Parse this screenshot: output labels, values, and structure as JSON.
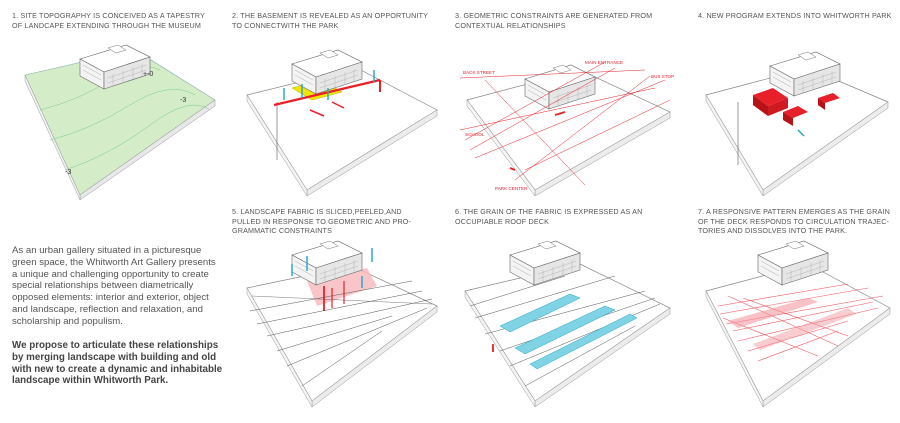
{
  "captions": {
    "c1": [
      "1. SITE TOPOGRAPHY  IS CONCEIVED AS A TAPESTRY",
      "OF LANDCAPE EXTENDING THROUGH  THE MUSEUM"
    ],
    "c2": [
      "2.  THE BASEMENT IS REVEALED AS AN OPPORTUNITY",
      "TO CONNECTWITH  THE PARK"
    ],
    "c3": [
      "3. GEOMETRIC CONSTRAINTS ARE GENERATED FROM",
      "CONTEXTUAL RELATIONSHIPS"
    ],
    "c4": [
      "4. NEW PROGRAM EXTENDS INTO WHITWORTH  PARK"
    ],
    "c5": [
      "5.  LANDSCAPE FABRIC IS SLICED,PEELED,AND",
      "PULLED IN RESPONSE TO GEOMETRIC AND PRO-",
      "GRAMMATIC CONSTRAINTS"
    ],
    "c6": [
      "6. THE GRAIN OF THE FABRIC IS EXPRESSED AS AN",
      "OCCUPIABLE ROOF DECK"
    ],
    "c7": [
      "7. A RESPONSIVE PATTERN EMERGES AS THE GRAIN",
      "OF THE DECK RESPONDS TO CIRCULATION TRAJEC-",
      "TORIES AND DISSOLVES INTO THE PARK."
    ]
  },
  "contours": {
    "c0": "+-0",
    "c1": "-3",
    "c2": "-3"
  },
  "labels3": {
    "back_street": "BACK STREET",
    "main_entrance": "MAIN ENTRANCE",
    "bus_stop": "BUS STOP",
    "school": "SCHOOL",
    "park_center": "PARK CENTER"
  },
  "intro": {
    "p1": [
      "As an urban gallery situated in a picturesque",
      "green space,  the Whitworth Art Gallery presents",
      "a unique  and challenging opportunity to create",
      "special relationships between  diametrically",
      "opposed elements: interior and exterior, object",
      "and landscape,  reflection and relaxation, and",
      "scholarship and populism."
    ],
    "p2": [
      "We propose to articulate these relationships",
      "by merging landscape with building and old",
      "with new to create a dynamic and inhabitable",
      "landscape within Whitworth Park."
    ]
  },
  "colors": {
    "accent_red": "#e8202a",
    "accent_blue": "#2aa9c8",
    "accent_yellow": "#f2e600",
    "topo_green": "#d5ecc8"
  }
}
